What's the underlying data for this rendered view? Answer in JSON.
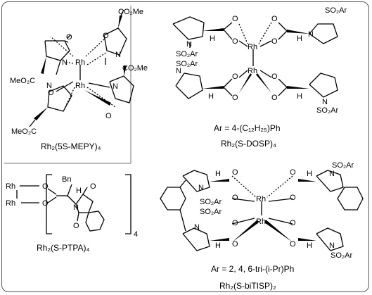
{
  "compounds": [
    {
      "name": "Rh₂(5S-MEPY)₄",
      "atom_labels": [
        "Rh",
        "Rh",
        "N",
        "N",
        "N",
        "N",
        "O",
        "O",
        "O",
        "O",
        "CO₂Me",
        "CO₂Me",
        "MeO₂C",
        "MeO₂C"
      ]
    },
    {
      "name": "Rh₂(S-DOSP)₄",
      "ar_definition": "Ar = 4-(C₁₂H₂₅)Ph",
      "atom_labels": [
        "Rh",
        "Rh",
        "N",
        "N",
        "N",
        "N",
        "SO₂Ar",
        "SO₂Ar",
        "SO₂Ar",
        "SO₂Ar",
        "O",
        "O",
        "O",
        "O",
        "O",
        "O",
        "O",
        "O",
        "H",
        "H",
        "H",
        "H"
      ]
    },
    {
      "name": "Rh₂(S-PTPA)₄",
      "atom_labels": [
        "Rh",
        "Rh",
        "O",
        "O",
        "Bn",
        "H",
        "N",
        "O",
        "O",
        "4"
      ]
    },
    {
      "name": "Rh₂(S-biTISP)₂",
      "ar_definition": "Ar = 2, 4, 6-tri-(i-Pr)Ph",
      "atom_labels": [
        "Rh",
        "Rh",
        "N",
        "N",
        "N",
        "N",
        "SO₂Ar",
        "SO₂Ar",
        "SO₂Ar",
        "SO₂Ar",
        "O",
        "O",
        "O",
        "O",
        "O",
        "O",
        "O",
        "O",
        "H",
        "H",
        "H",
        "H"
      ]
    }
  ]
}
